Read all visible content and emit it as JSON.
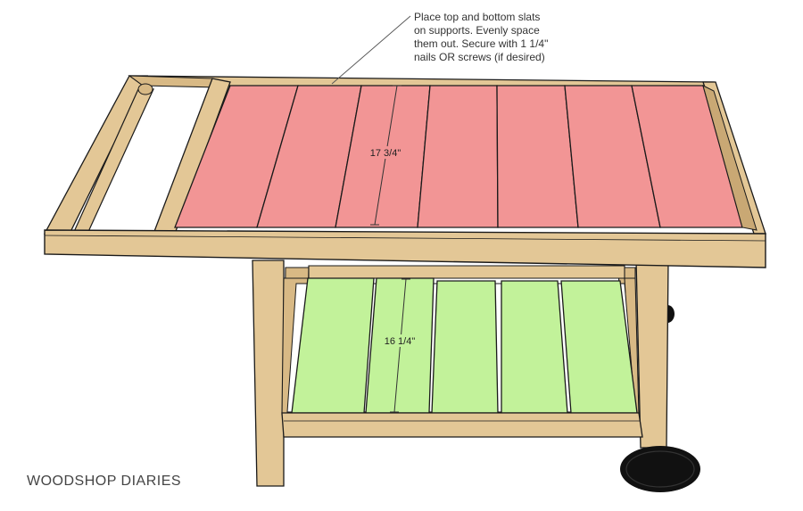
{
  "annotation": {
    "lines": [
      "Place top and bottom slats",
      "on supports.  Evenly space",
      "them out. Secure with 1 1/4\"",
      "nails OR screws (if desired)"
    ]
  },
  "dimensions": {
    "top_slat": "17 3/4\"",
    "bottom_slat": "16 1/4\""
  },
  "brand": "WOODSHOP DIARIES",
  "colors": {
    "wood": "#e3c796",
    "wood_dark": "#c9a874",
    "top_slats": "#f29595",
    "bottom_slats": "#c2f29a",
    "outline": "#1a1a1a",
    "wheel": "#111111"
  }
}
